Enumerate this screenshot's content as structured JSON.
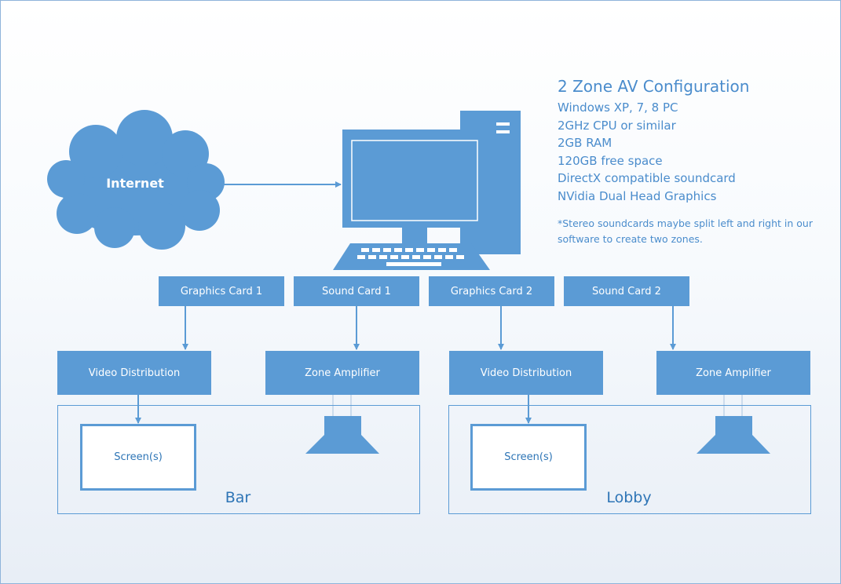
{
  "colors": {
    "accent": "#5b9bd5",
    "text": "#4a8ccc",
    "dark_text": "#2e75b6"
  },
  "internet": {
    "label": "Internet"
  },
  "specs": {
    "title": "2 Zone AV Configuration",
    "lines": [
      "Windows XP, 7, 8 PC",
      "2GHz CPU or similar",
      "2GB RAM",
      "120GB free space",
      "DirectX compatible soundcard",
      "NVidia Dual Head Graphics"
    ],
    "note": "*Stereo soundcards maybe split left and right in our software to create two zones."
  },
  "cards": {
    "graphics_1": "Graphics Card 1",
    "sound_1": "Sound Card 1",
    "graphics_2": "Graphics Card 2",
    "sound_2": "Sound Card 2"
  },
  "devices": {
    "video_1": "Video Distribution",
    "amp_1": "Zone Amplifier",
    "video_2": "Video Distribution",
    "amp_2": "Zone Amplifier"
  },
  "zones": {
    "bar": {
      "label": "Bar",
      "screen": "Screen(s)"
    },
    "lobby": {
      "label": "Lobby",
      "screen": "Screen(s)"
    }
  },
  "icons": {
    "cloud": "cloud-icon",
    "computer": "desktop-computer-icon",
    "speaker": "speaker-icon"
  }
}
